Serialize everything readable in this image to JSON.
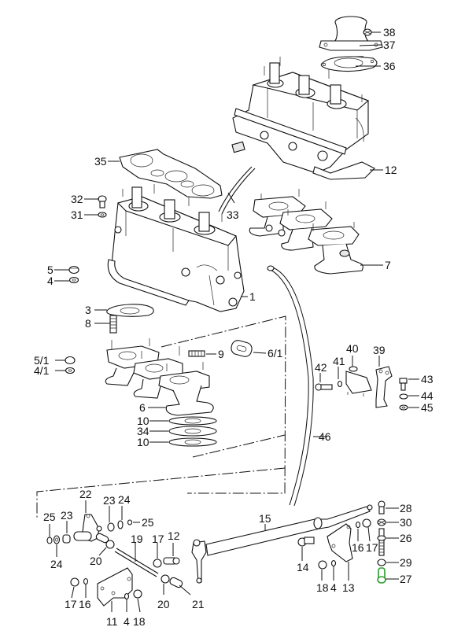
{
  "diagram": {
    "title": "",
    "highlight_color": "#2a9d2a",
    "callouts": [
      {
        "id": "c38",
        "text": "38"
      },
      {
        "id": "c37",
        "text": "37"
      },
      {
        "id": "c36",
        "text": "36"
      },
      {
        "id": "c12top",
        "text": "12"
      },
      {
        "id": "c35",
        "text": "35"
      },
      {
        "id": "c32",
        "text": "32"
      },
      {
        "id": "c31",
        "text": "31"
      },
      {
        "id": "c33",
        "text": "33"
      },
      {
        "id": "c5",
        "text": "5"
      },
      {
        "id": "c4",
        "text": "4"
      },
      {
        "id": "c7",
        "text": "7"
      },
      {
        "id": "c1",
        "text": "1"
      },
      {
        "id": "c3",
        "text": "3"
      },
      {
        "id": "c8",
        "text": "8"
      },
      {
        "id": "c5_1",
        "text": "5/1"
      },
      {
        "id": "c4_1",
        "text": "4/1"
      },
      {
        "id": "c9",
        "text": "9"
      },
      {
        "id": "c6_1",
        "text": "6/1"
      },
      {
        "id": "c6",
        "text": "6"
      },
      {
        "id": "c10a",
        "text": "10"
      },
      {
        "id": "c34",
        "text": "34"
      },
      {
        "id": "c10b",
        "text": "10"
      },
      {
        "id": "c40",
        "text": "40"
      },
      {
        "id": "c39",
        "text": "39"
      },
      {
        "id": "c42",
        "text": "42"
      },
      {
        "id": "c41",
        "text": "41"
      },
      {
        "id": "c43",
        "text": "43"
      },
      {
        "id": "c44",
        "text": "44"
      },
      {
        "id": "c45",
        "text": "45"
      },
      {
        "id": "c46",
        "text": "46"
      },
      {
        "id": "c22",
        "text": "22"
      },
      {
        "id": "c23a",
        "text": "23"
      },
      {
        "id": "c24a",
        "text": "24"
      },
      {
        "id": "c25a",
        "text": "25"
      },
      {
        "id": "c23b",
        "text": "23"
      },
      {
        "id": "c24b",
        "text": "24"
      },
      {
        "id": "c25b",
        "text": "25"
      },
      {
        "id": "c19",
        "text": "19"
      },
      {
        "id": "c17a",
        "text": "17"
      },
      {
        "id": "c12",
        "text": "12"
      },
      {
        "id": "c20a",
        "text": "20"
      },
      {
        "id": "c20b",
        "text": "20"
      },
      {
        "id": "c21",
        "text": "21"
      },
      {
        "id": "c17b",
        "text": "17"
      },
      {
        "id": "c16a",
        "text": "16"
      },
      {
        "id": "c11",
        "text": "11"
      },
      {
        "id": "c4b",
        "text": "4"
      },
      {
        "id": "c18a",
        "text": "18"
      },
      {
        "id": "c15",
        "text": "15"
      },
      {
        "id": "c14",
        "text": "14"
      },
      {
        "id": "c18b",
        "text": "18"
      },
      {
        "id": "c4c",
        "text": "4"
      },
      {
        "id": "c13",
        "text": "13"
      },
      {
        "id": "c16b",
        "text": "16"
      },
      {
        "id": "c17c",
        "text": "17"
      },
      {
        "id": "c28",
        "text": "28"
      },
      {
        "id": "c30",
        "text": "30"
      },
      {
        "id": "c26",
        "text": "26"
      },
      {
        "id": "c29",
        "text": "29"
      },
      {
        "id": "c27",
        "text": "27"
      }
    ],
    "highlighted_part": "27"
  }
}
